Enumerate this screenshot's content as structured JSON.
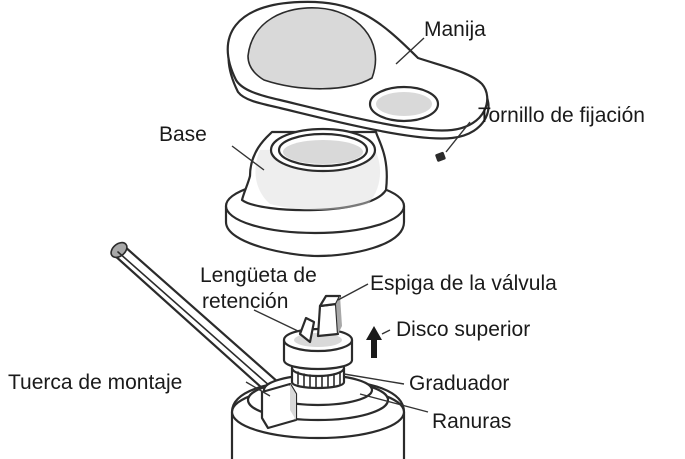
{
  "labels": {
    "handle": "Manija",
    "set_screw": "Tornillo de fijación",
    "base": "Base",
    "retention_tab_line1": "Lengüeta de",
    "retention_tab_line2": "retención",
    "valve_stem": "Espiga de la válvula",
    "top_disc": "Disco superior",
    "mounting_nut": "Tuerca de montaje",
    "dial": "Graduador",
    "slots": "Ranuras"
  },
  "colors": {
    "outline": "#2b2b2b",
    "shading": "#d9d9d9",
    "arrow": "#1a1a1a"
  }
}
